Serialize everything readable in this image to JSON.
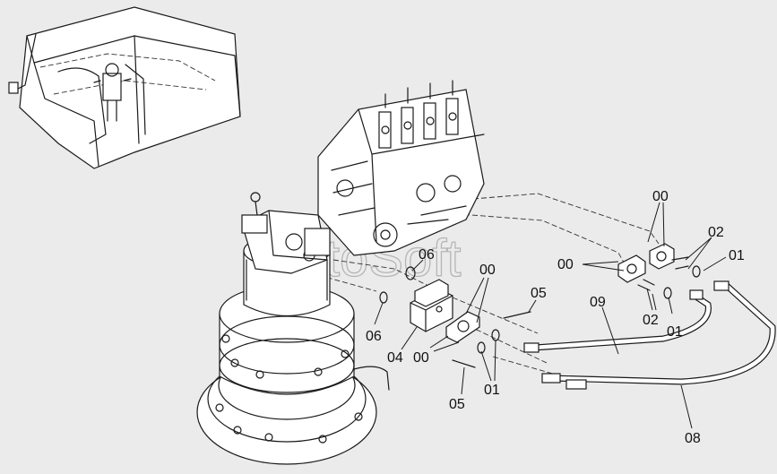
{
  "watermark": "AutoSoft",
  "labels": {
    "l00_top": "00",
    "l02_top": "02",
    "l01_top": "01",
    "l00_left": "00",
    "l06_top": "06",
    "l00_mid": "00",
    "l05_top": "05",
    "l09": "09",
    "l02_bottom": "02",
    "l01_mid": "01",
    "l06_bottom": "06",
    "l04": "04",
    "l00_bottom": "00",
    "l01_bottom": "01",
    "l05_bottom": "05",
    "l08": "08"
  }
}
